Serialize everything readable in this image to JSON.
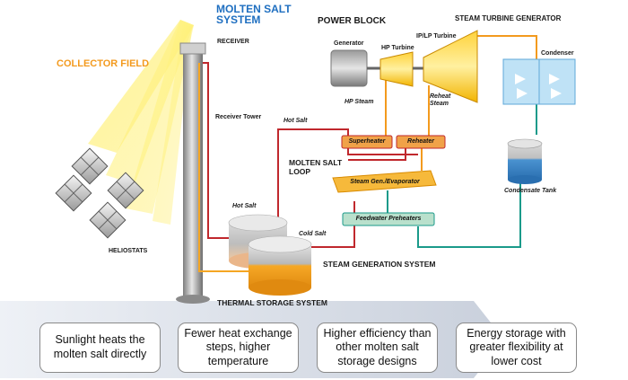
{
  "titles": {
    "molten_salt_system": "MOLTEN SALT\nSYSTEM",
    "collector_field": "COLLECTOR FIELD",
    "power_block": "POWER BLOCK",
    "steam_turbine_generator": "STEAM TURBINE GENERATOR",
    "molten_salt_loop": "MOLTEN SALT\nLOOP",
    "steam_generation_system": "STEAM GENERATION SYSTEM",
    "thermal_storage_system": "THERMAL STORAGE SYSTEM"
  },
  "labels": {
    "receiver": "RECEIVER",
    "receiver_tower": "Receiver Tower",
    "heliostats": "HELIOSTATS",
    "generator": "Generator",
    "hp_turbine": "HP Turbine",
    "iplp_turbine": "IP/LP Turbine",
    "condenser": "Condenser",
    "hp_steam": "HP Steam",
    "reheat_steam": "Reheat\nSteam",
    "hot_salt_pipe": "Hot Salt",
    "hot_salt_tank": "Hot Salt",
    "cold_salt_tank": "Cold Salt",
    "condensate_tank": "Condensate Tank"
  },
  "equipment": {
    "superheater": "Superheater",
    "reheater": "Reheater",
    "steam_gen": "Steam Gen./Evaporator",
    "feedwater": "Feedwater Preheaters"
  },
  "benefits": [
    "Sunlight heats the\nmolten salt directly",
    "Fewer heat exchange\nsteps, higher\ntemperature",
    "Higher efficiency than\nother molten salt\nstorage designs",
    "Energy storage with\ngreater flexibility at\nlower cost"
  ],
  "colors": {
    "blue_title": "#1f6fc0",
    "orange_title": "#f39a1e",
    "hot_pipe": "#c0282d",
    "steam_pipe": "#f39a1e",
    "water_pipe": "#1a9a8a",
    "cold_salt": "#f5a623"
  }
}
